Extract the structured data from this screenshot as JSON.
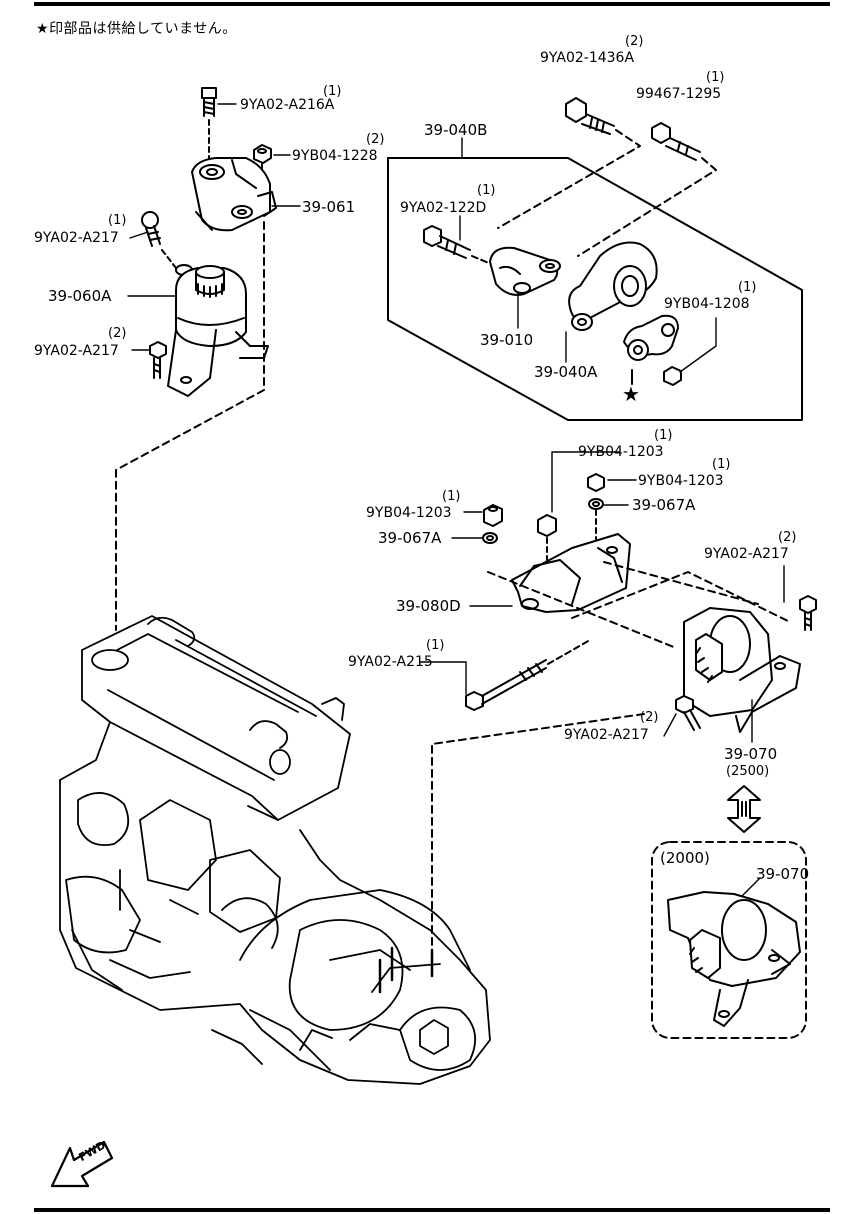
{
  "note": "印部品は供給していません。",
  "variant_box": {
    "title": "(2000)",
    "part": "39-070"
  },
  "fwd_label": "FWD",
  "labels": [
    {
      "id": "l1",
      "code": "9YA02-A216A",
      "qty": "(1)"
    },
    {
      "id": "l2",
      "code": "9YB04-1228",
      "qty": "(2)"
    },
    {
      "id": "l3",
      "code": "39-061",
      "qty": ""
    },
    {
      "id": "l4",
      "code": "9YA02-A217",
      "qty": "(1)"
    },
    {
      "id": "l5",
      "code": "39-060A",
      "qty": ""
    },
    {
      "id": "l6",
      "code": "9YA02-A217",
      "qty": "(2)"
    },
    {
      "id": "l7",
      "code": "9YA02-1436A",
      "qty": "(2)"
    },
    {
      "id": "l8",
      "code": "99467-1295",
      "qty": "(1)"
    },
    {
      "id": "l9",
      "code": "39-040B",
      "qty": ""
    },
    {
      "id": "l10",
      "code": "9YA02-122D",
      "qty": "(1)"
    },
    {
      "id": "l11",
      "code": "39-010",
      "qty": ""
    },
    {
      "id": "l12",
      "code": "9YB04-1208",
      "qty": "(1)"
    },
    {
      "id": "l13",
      "code": "39-040A",
      "qty": ""
    },
    {
      "id": "l14",
      "code": "9YB04-1203",
      "qty": "(1)"
    },
    {
      "id": "l15",
      "code": "9YB04-1203",
      "qty": "(1)"
    },
    {
      "id": "l16",
      "code": "9YB04-1203",
      "qty": "(1)"
    },
    {
      "id": "l17",
      "code": "39-067A",
      "qty": ""
    },
    {
      "id": "l18",
      "code": "39-067A",
      "qty": ""
    },
    {
      "id": "l19",
      "code": "39-080D",
      "qty": ""
    },
    {
      "id": "l20",
      "code": "9YA02-A217",
      "qty": "(2)"
    },
    {
      "id": "l21",
      "code": "9YA02-A215",
      "qty": "(1)"
    },
    {
      "id": "l22",
      "code": "9YA02-A217",
      "qty": "(2)"
    },
    {
      "id": "l23",
      "code": "39-070",
      "qty": "(2500)"
    }
  ]
}
